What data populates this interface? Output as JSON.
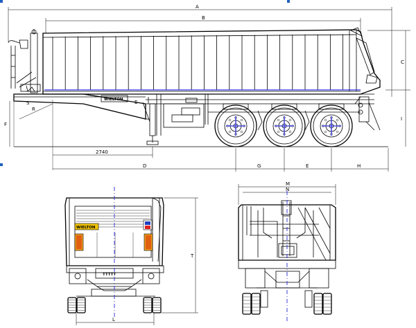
{
  "side_view": {
    "dims": {
      "A": "A",
      "B": "B",
      "C": "C",
      "D": "D",
      "E": "E",
      "F": "F",
      "G": "G",
      "H": "H",
      "I": "I",
      "R": "R",
      "S": "S",
      "d2740": "2740"
    },
    "brand": "WIELTON"
  },
  "rear_view": {
    "dims": {
      "L": "L",
      "T": "T"
    },
    "brand": "WIELTON",
    "plate": "TTTTT"
  },
  "front_view": {
    "dims": {
      "M": "M",
      "N": "N"
    }
  },
  "colors": {
    "line": "#000000",
    "centerline": "#2a2adc",
    "lamp": "#f0a020",
    "selection_handle": "#1f5fbf"
  }
}
